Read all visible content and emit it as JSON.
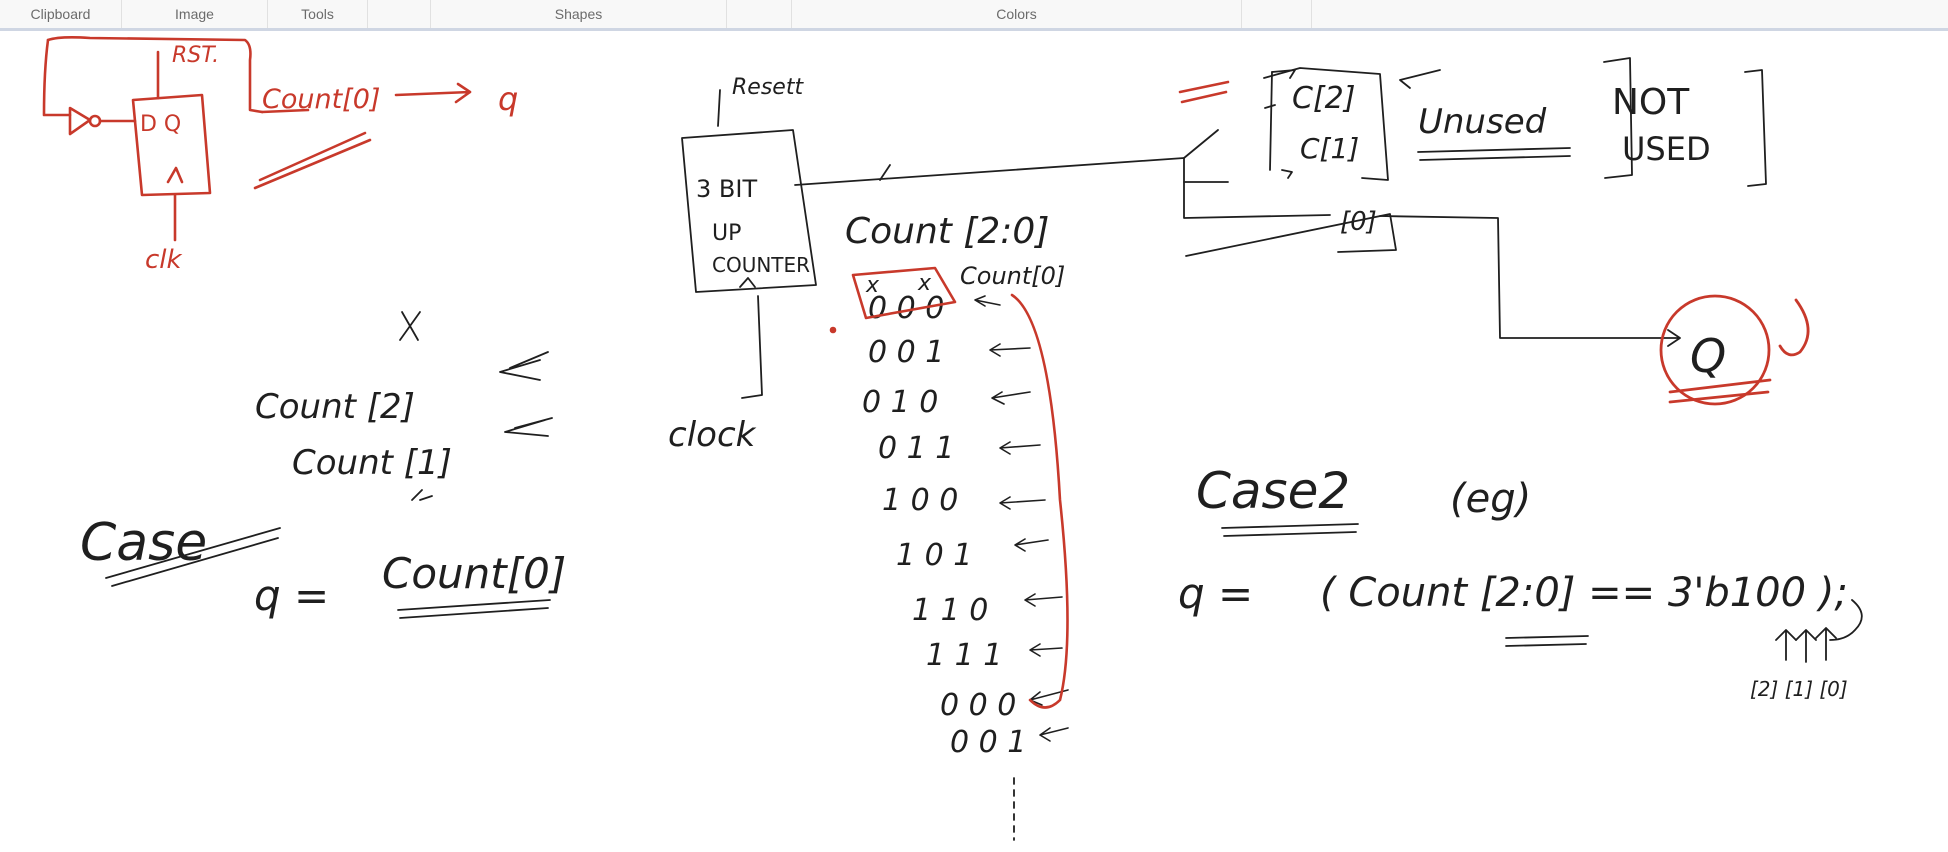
{
  "ribbon": {
    "groups": [
      "Clipboard",
      "Image",
      "Tools",
      "",
      "Shapes",
      "",
      "Colors",
      ""
    ]
  },
  "colors": {
    "ink_black": "#1f1f1f",
    "ink_red": "#c8392b",
    "ribbon_bg": "#f8f8f8",
    "ribbon_label": "#6b6b6b"
  },
  "canvas": {
    "description_labels": {
      "dff_sketch": "D Q flip-flop with RST, clk and Count[0] -> q",
      "counter_block": "3 BIT UP COUNTER",
      "case1": "Case 1",
      "case2": "Case 2"
    },
    "handwriting": [
      "RST.",
      "D Q",
      "Count[0]",
      "q",
      "clk",
      "Resett",
      "3 BIT",
      "UP",
      "COUNTER",
      "clock",
      "Count [2:0]",
      "Count[0]",
      "C[2]",
      "C[1]",
      "[0]",
      "Unused",
      "NOT",
      "USED",
      "Q",
      "Count[2]",
      "Count[1]",
      "Case",
      "q = Count[0]",
      "Case2",
      "(eg)",
      "q = ( Count [2:0] == 3'b100 );",
      "[2] [1] [0]",
      "x x",
      "0 0 0",
      "0 0 1",
      "0 1 0",
      "0 1 1",
      "1 0 0",
      "1 0 1",
      "1 1 0",
      "1 1 1",
      "0 0 0",
      "0 0 1"
    ]
  }
}
